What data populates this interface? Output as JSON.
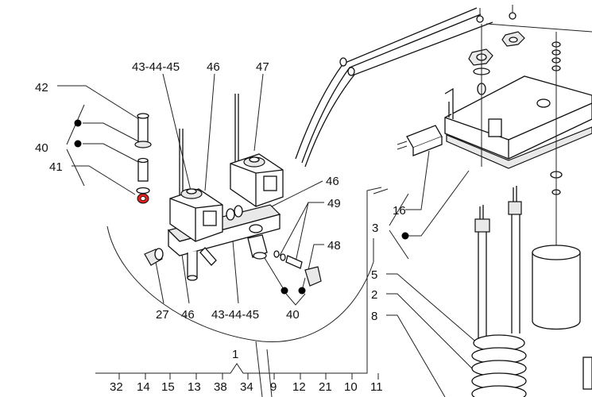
{
  "labels": {
    "l42": "42",
    "l40a": "40",
    "l41": "41",
    "l434445a": "43-44-45",
    "l46a": "46",
    "l47": "47",
    "l46b": "46",
    "l49": "49",
    "l48": "48",
    "l27": "27",
    "l46c": "46",
    "l434445b": "43-44-45",
    "l40b": "40",
    "l16": "16",
    "l3": "3",
    "l5": "5",
    "l2": "2",
    "l8": "8",
    "l1": "1",
    "l32": "32",
    "l14": "14",
    "l15": "15",
    "l13": "13",
    "l38": "38",
    "l34": "34",
    "l9": "9",
    "l12": "12",
    "l21": "21",
    "l10": "10",
    "l11": "11"
  },
  "colors": {
    "highlight": "#e0201c",
    "line": "#222222"
  }
}
